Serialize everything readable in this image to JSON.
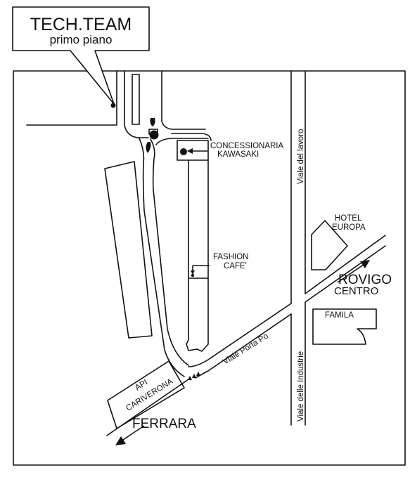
{
  "callout": {
    "title": "TECH.TEAM",
    "subtitle": "primo piano"
  },
  "labels": {
    "concessionaria_line1": "CONCESSIONARIA",
    "concessionaria_line2": "KAWASAKI",
    "viale_del_lavoro": "Viale del lavoro",
    "hotel_line1": "HOTEL",
    "hotel_line2": "EUROPA",
    "fashion_line1": "FASHION",
    "fashion_line2": "CAFE'",
    "rovigo": "ROVIGO",
    "centro": "CENTRO",
    "famila": "FAMILA",
    "viale_porta_po": "Viale Porta Po",
    "viale_delle_industrie": "Viale delle Industrie",
    "api_line1": "API",
    "api_line2": "CARIVERONA",
    "ferrara": "FERRARA"
  },
  "colors": {
    "ink": "#111111",
    "background": "#ffffff"
  }
}
